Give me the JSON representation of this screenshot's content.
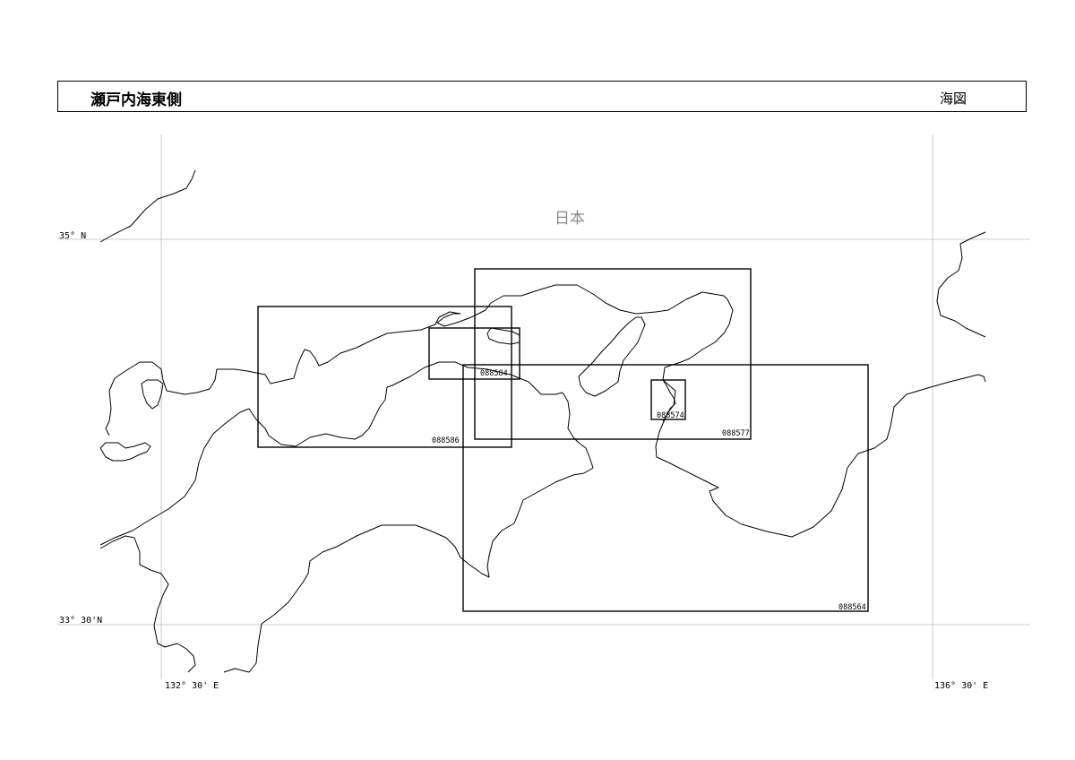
{
  "header": {
    "title": "瀬戸内海東側",
    "type": "海図"
  },
  "map": {
    "country_label": "日本",
    "lat_labels": [
      "35° N",
      "33° 30'N"
    ],
    "lon_labels": [
      "132° 30' E",
      "136° 30' E"
    ],
    "charts": [
      {
        "id": "088586"
      },
      {
        "id": "088577"
      },
      {
        "id": "088564"
      },
      {
        "id": "088584"
      },
      {
        "id": "088574"
      }
    ]
  },
  "colors": {
    "line": "#000000",
    "grid": "#bbbbbb",
    "label_gray": "#888888"
  }
}
